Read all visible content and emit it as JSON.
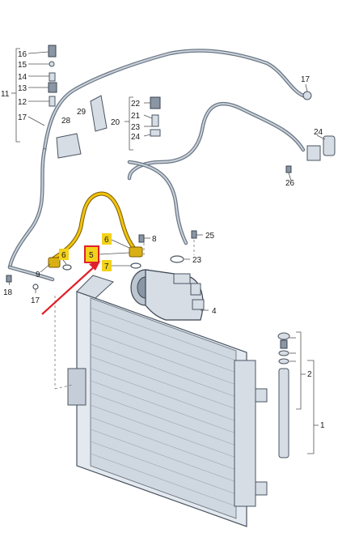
{
  "callouts": {
    "c1": "1",
    "c2": "2",
    "c4": "4",
    "c5": "5",
    "c6a": "6",
    "c6b": "6",
    "c7": "7",
    "c8": "8",
    "c9": "9",
    "c11": "11",
    "c12": "12",
    "c13": "13",
    "c14": "14",
    "c15": "15",
    "c16": "16",
    "c17a": "17",
    "c17b": "17",
    "c17c": "17",
    "c18": "18",
    "c20": "20",
    "c21": "21",
    "c22": "22",
    "c23a": "23",
    "c23b": "23",
    "c24a": "24",
    "c24b": "24",
    "c25": "25",
    "c26": "26",
    "c28": "28",
    "c29": "29"
  },
  "colors": {
    "highlight_yellow": "#f3d21a",
    "selected_box": "#e0202a",
    "arrow_red": "#e0202a"
  }
}
